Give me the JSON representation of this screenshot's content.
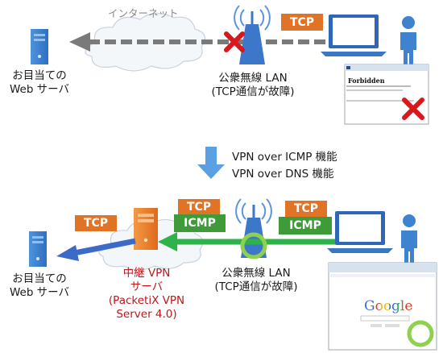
{
  "top": {
    "internet_label": "インターネット",
    "dest_label": [
      "お目当ての",
      "Web サーバ"
    ],
    "lan_label": [
      "公衆無線 LAN",
      "(TCP通信が故障)"
    ],
    "tcp_tag": "TCP",
    "browser_title": "Forbidden"
  },
  "middle": {
    "lines": [
      "VPN over ICMP 機能",
      "VPN over DNS 機能"
    ]
  },
  "bottom": {
    "dest_label": [
      "お目当ての",
      "Web サーバ"
    ],
    "relay_label": [
      "中継 VPN",
      "サーバ",
      "(PacketiX VPN",
      "Server 4.0)"
    ],
    "lan_label": [
      "公衆無線 LAN",
      "(TCP通信が故障)"
    ],
    "tags": {
      "left_tcp": "TCP",
      "mid_tcp": "TCP",
      "mid_icmp": "ICMP",
      "right_tcp": "TCP",
      "right_icmp": "ICMP"
    },
    "browser_logo": "Google"
  },
  "colors": {
    "tcp": "#e07326",
    "icmp": "#3f9a3a",
    "server": "#3a7fd1",
    "arrow_gray": "#7a7a7a",
    "arrow_blue": "#3b6bc6",
    "arrow_green": "#2eb34a",
    "x_mark": "#d7191f",
    "relay": "#ee7a26",
    "person": "#3e82d0"
  }
}
